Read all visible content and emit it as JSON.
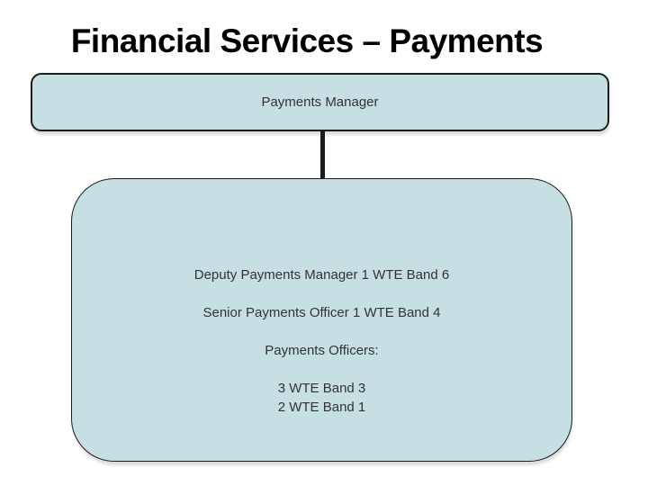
{
  "slide": {
    "title": "Financial Services – Payments",
    "colors": {
      "slide-bg": "#ffffff",
      "title-color": "#000000",
      "box-fill": "#c6dfe2",
      "box-border": "#1c1c1c",
      "body-text": "#333333"
    },
    "org_chart": {
      "manager_box": {
        "label": "Payments Manager"
      },
      "team_box": {
        "lines": [
          "Deputy Payments Manager 1 WTE Band 6",
          "",
          "Senior Payments Officer 1 WTE Band 4",
          "",
          "Payments Officers:",
          "",
          "3 WTE Band 3",
          "2 WTE Band 1"
        ]
      }
    }
  }
}
